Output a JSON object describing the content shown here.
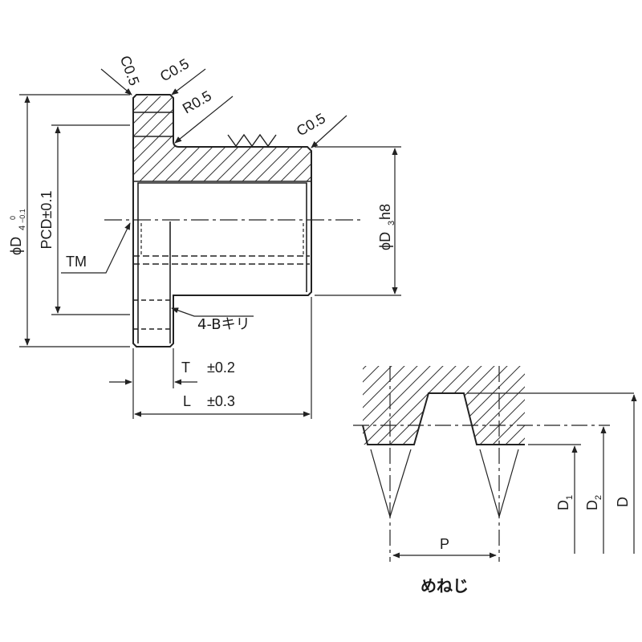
{
  "labels": {
    "c05_a": "C0.5",
    "c05_b": "C0.5",
    "r05": "R0.5",
    "c05_c": "C0.5",
    "phi_d4": "ϕD",
    "phi_d4_sub": "4",
    "phi_d4_tol_upper": "0",
    "phi_d4_tol_lower": "−0.1",
    "pcd": "PCD±0.1",
    "phi_d3": "ϕD",
    "phi_d3_sub": "3",
    "phi_d3_fit": "h8",
    "tm": "TM",
    "bolt_holes": "4-Bキリ",
    "t": "T",
    "t_tol": "±0.2",
    "l": "L",
    "l_tol": "±0.3",
    "p": "P",
    "d1": "D",
    "d1_sub": "1",
    "d2": "D",
    "d2_sub": "2",
    "d": "D",
    "thread_title": "めねじ"
  }
}
